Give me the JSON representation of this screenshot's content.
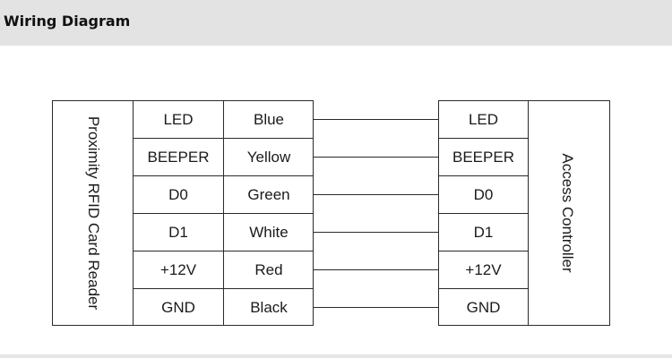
{
  "header": {
    "title": "Wiring Diagram"
  },
  "reader": {
    "name": "Proximity RFID Card Reader",
    "pins": [
      "LED",
      "BEEPER",
      "D0",
      "D1",
      "+12V",
      "GND"
    ],
    "colors": [
      "Blue",
      "Yellow",
      "Green",
      "White",
      "Red",
      "Black"
    ]
  },
  "controller": {
    "name": "Access Controller",
    "pins": [
      "LED",
      "BEEPER",
      "D0",
      "D1",
      "+12V",
      "GND"
    ]
  }
}
